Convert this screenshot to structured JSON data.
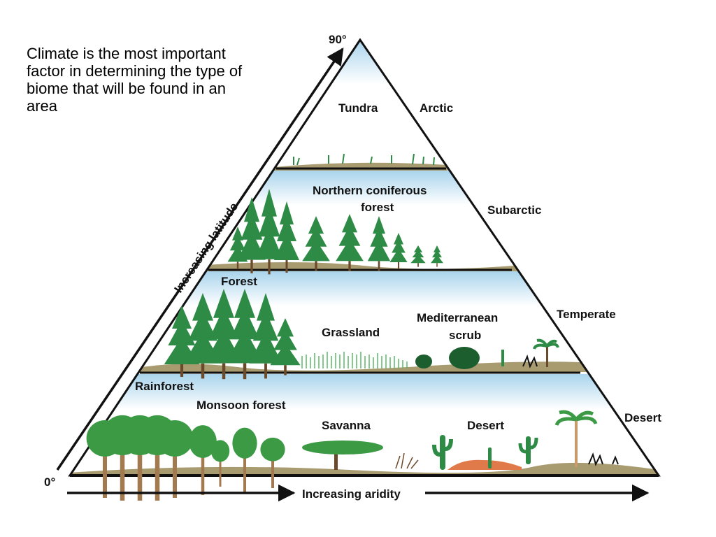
{
  "caption": "Climate is the most important factor in determining the type of biome that will be found in an area",
  "axes": {
    "top": "90°",
    "bottom": "0°",
    "latitude": "Increasing latitude",
    "aridity": "Increasing aridity"
  },
  "zones": {
    "arctic": "Arctic",
    "subarctic": "Subarctic",
    "temperate": "Temperate",
    "desert": "Desert"
  },
  "biomes": {
    "tundra": "Tundra",
    "coniferous_line1": "Northern coniferous",
    "coniferous_line2": "forest",
    "forest": "Forest",
    "grassland": "Grassland",
    "mediterranean_line1": "Mediterranean",
    "mediterranean_line2": "scrub",
    "rainforest": "Rainforest",
    "monsoon": "Monsoon forest",
    "savanna": "Savanna",
    "desert": "Desert"
  },
  "colors": {
    "sky_top": "#a9d4ec",
    "ground": "#a89b70",
    "tree": "#2e8b45",
    "tree_dark": "#1d5e2f",
    "trunk": "#6b4a2b",
    "rock": "#e07a4a"
  }
}
